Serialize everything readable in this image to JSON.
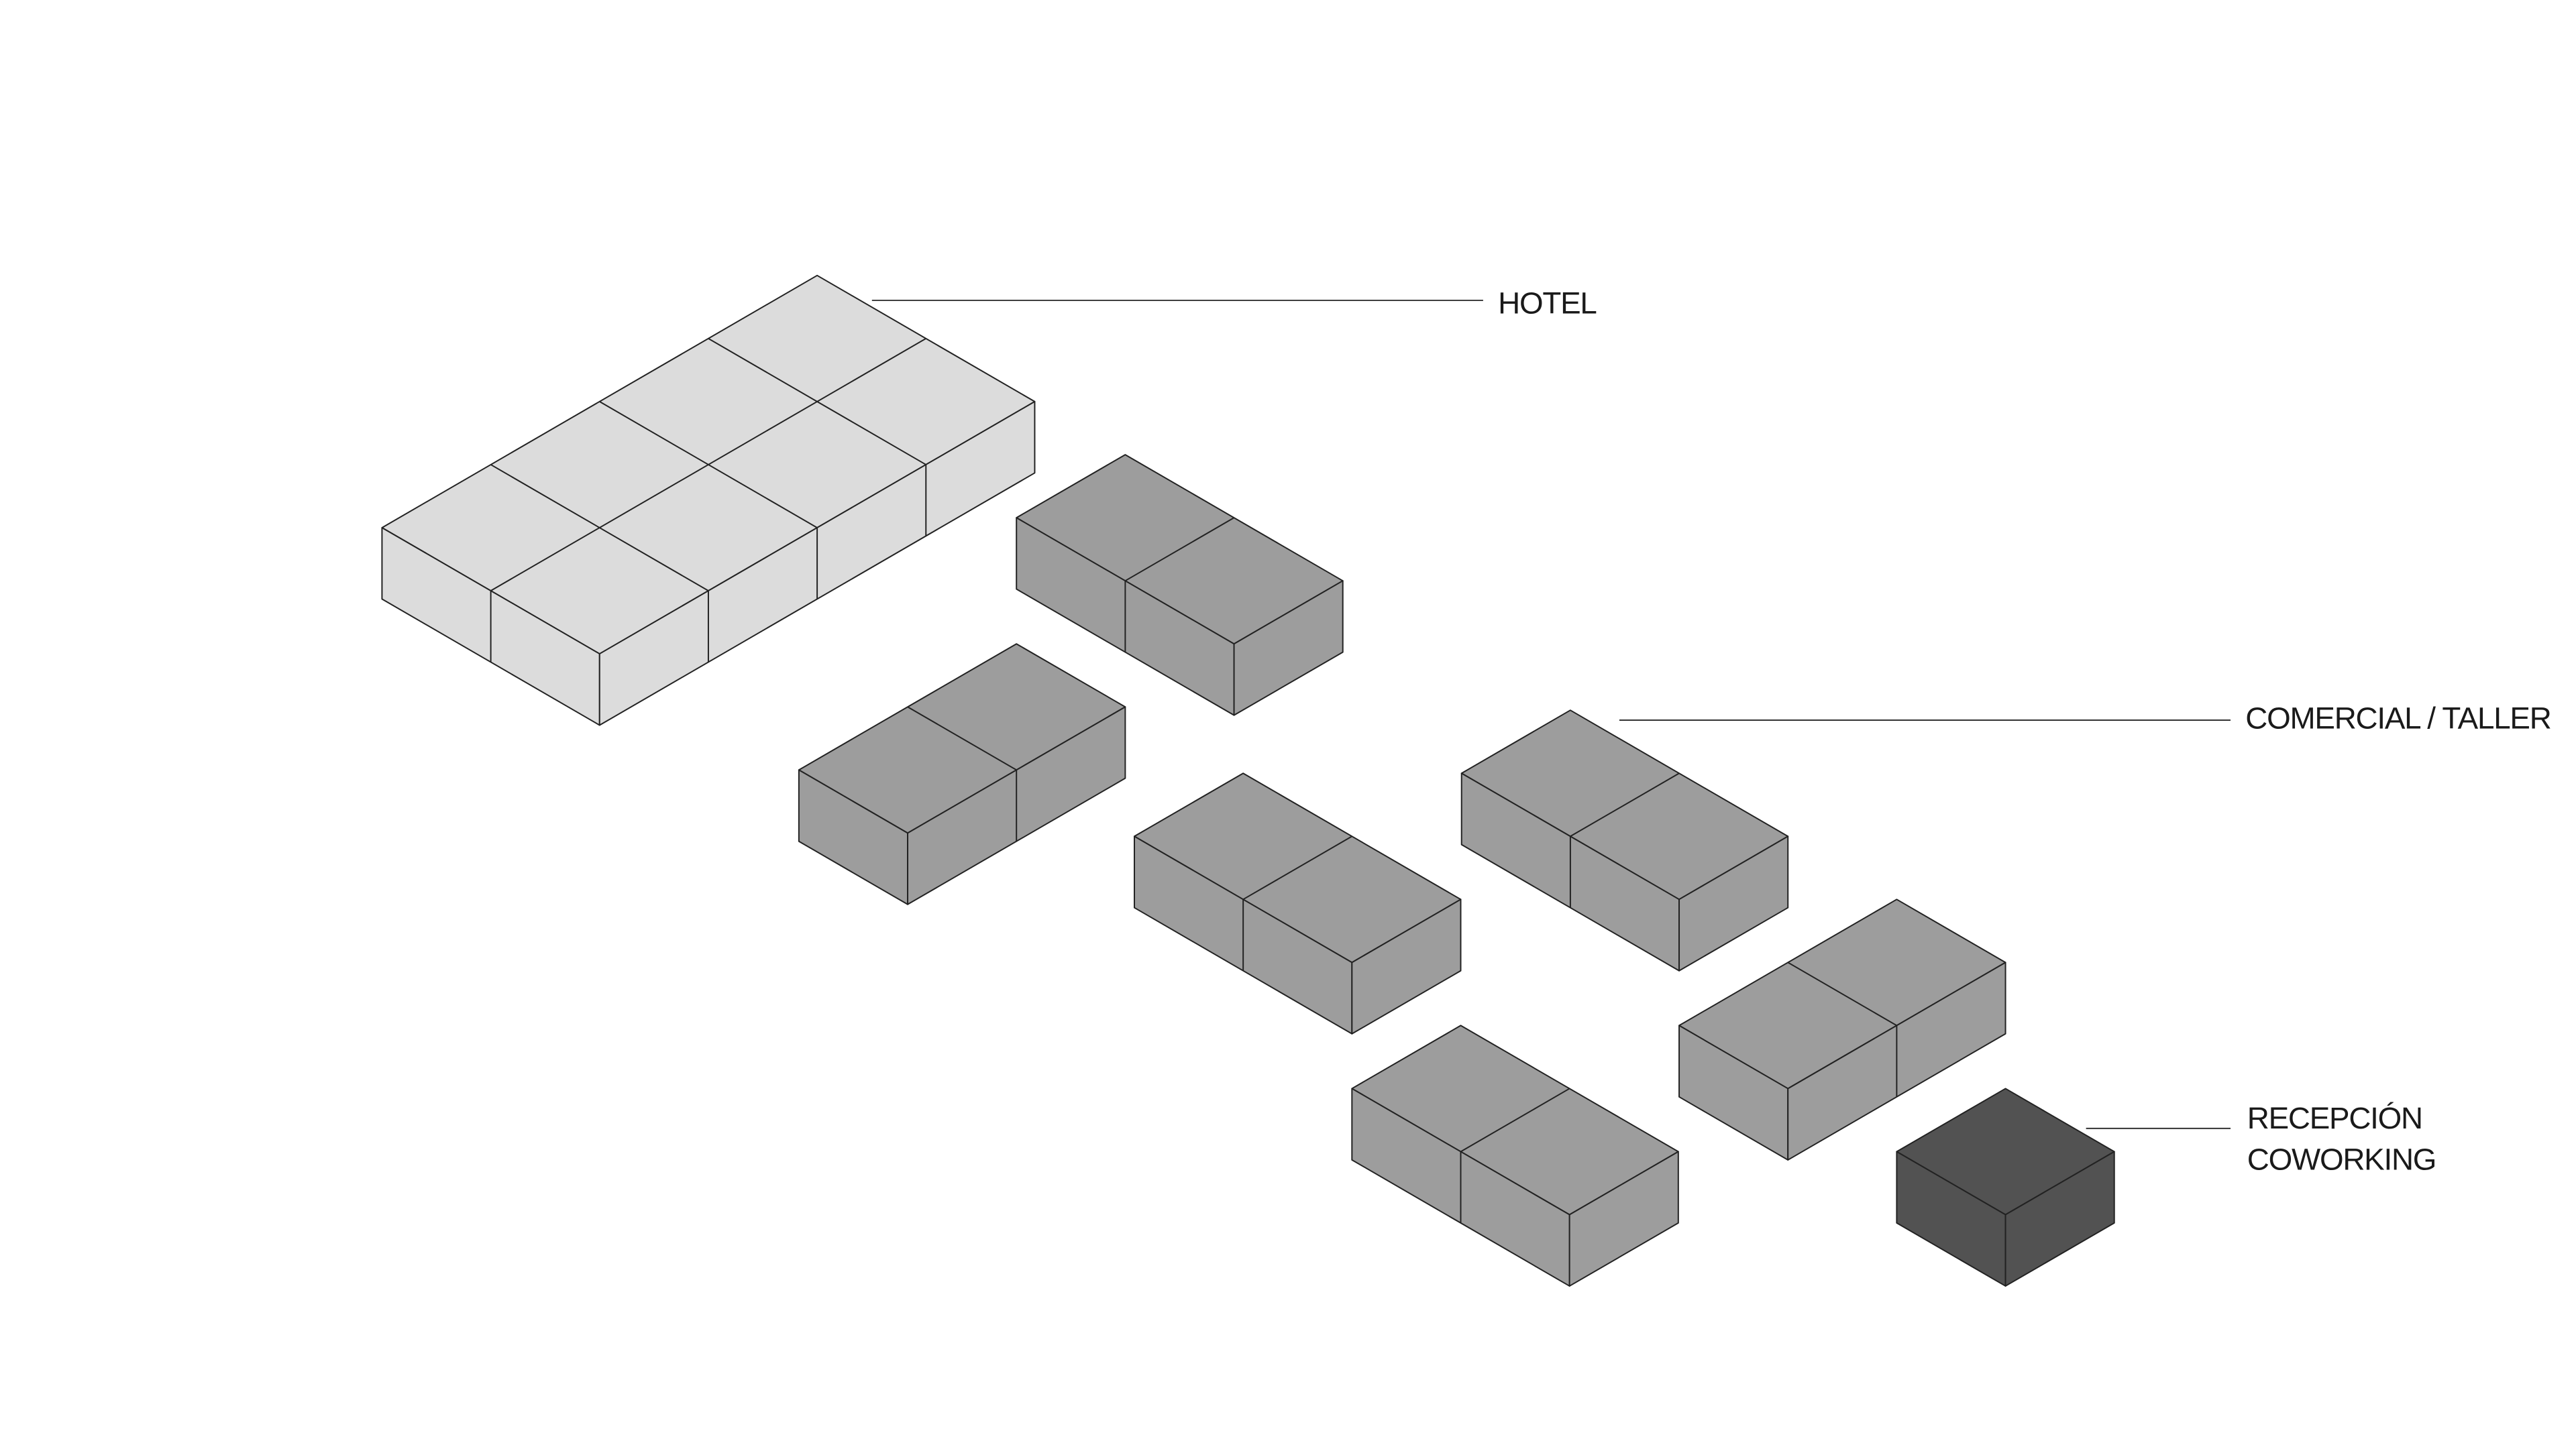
{
  "diagram": {
    "labels": {
      "hotel": "HOTEL",
      "comercial": "COMERCIAL / TALLER",
      "recepcion_line1": "RECEPCIÓN",
      "recepcion_line2": "COWORKING"
    },
    "colors": {
      "hotel": "#dcdcdc",
      "comercial": "#9d9d9d",
      "recepcion": "#525252",
      "stroke": "#222222",
      "leader": "#333333"
    },
    "volumes": [
      {
        "name": "hotel-block",
        "program": "hotel",
        "modules": 8
      },
      {
        "name": "comercial-block-1",
        "program": "comercial",
        "modules": 2
      },
      {
        "name": "comercial-block-2",
        "program": "comercial",
        "modules": 2
      },
      {
        "name": "comercial-block-3",
        "program": "comercial",
        "modules": 2
      },
      {
        "name": "comercial-block-4",
        "program": "comercial",
        "modules": 2
      },
      {
        "name": "comercial-block-5",
        "program": "comercial",
        "modules": 2
      },
      {
        "name": "comercial-block-6",
        "program": "comercial",
        "modules": 2
      },
      {
        "name": "recepcion-coworking-block",
        "program": "recepcion",
        "modules": 1
      }
    ]
  }
}
